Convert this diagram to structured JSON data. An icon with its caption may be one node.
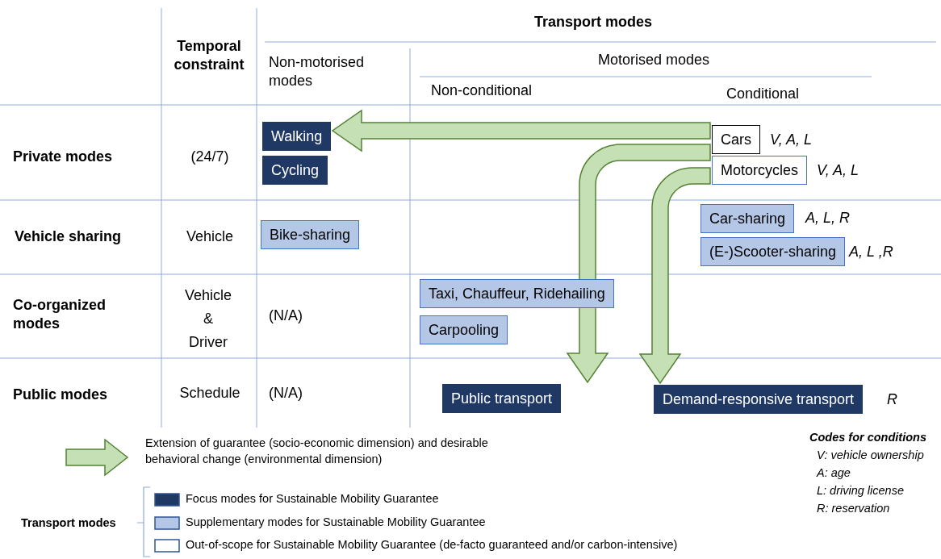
{
  "diagram": {
    "nodes": [
      {
        "text": [
          "Walking"
        ]
      },
      {
        "text": [
          "Cars"
        ],
        "beside": [
          "V, A, L"
        ]
      },
      {
        "text": [
          "Cycling"
        ]
      },
      {
        "text": [
          "Motorcycles"
        ],
        "beside": [
          "V, A, L"
        ]
      },
      {
        "text": [
          "Car-sharing"
        ],
        "beside": [
          "A, L, R"
        ]
      },
      {
        "text": [
          "Bike-sharing"
        ]
      },
      {
        "text": [
          "(E-)Scooter-sharing"
        ],
        "beside": [
          "A, L ,R"
        ]
      },
      {
        "text": [
          "Taxi, Chauffeur, Ridehailing"
        ]
      },
      {
        "text": [
          "Carpooling"
        ]
      },
      {
        "text": [
          "Public transport"
        ]
      },
      {
        "text": [
          "Demand-responsive transport"
        ],
        "beside": [
          "R"
        ]
      }
    ],
    "edges": [
      {
        "from": 1,
        "to": 0,
        "arrow": "to",
        "style": "thick"
      },
      {
        "from": 1,
        "to": 9,
        "arrow": "to",
        "style": "thick"
      },
      {
        "from": 3,
        "to": 10,
        "arrow": "to",
        "style": "thick"
      }
    ],
    "labels": [
      "Transport modes",
      "Temporal constraint",
      "Non-motorised modes",
      "Motorised modes",
      "Non-conditional",
      "Conditional",
      "Private modes",
      "(24/7)",
      "Vehicle sharing",
      "Vehicle",
      "Co-organized modes",
      "Vehicle & Driver",
      "(N/A)",
      "Public modes",
      "Schedule",
      "(N/A)",
      "Codes for conditions",
      "V: vehicle ownership",
      "A: age",
      "L: driving license",
      "R: reservation",
      "Transport modes"
    ],
    "legend": [
      {
        "text": "Extension of guarantee (socio-economic dimension) and desirable behavioral change (environmental dimension)"
      },
      {
        "text": "Focus modes for Sustainable Mobility Guarantee",
        "color": "#203864"
      },
      {
        "text": "Supplementary modes for Sustainable Mobility Guarantee",
        "color": "#b4c7e7"
      },
      {
        "text": "Out-of-scope for Sustainable Mobility Guarantee (de-facto guaranteed and/or carbon-intensive)",
        "color": "#ffffff"
      }
    ]
  }
}
